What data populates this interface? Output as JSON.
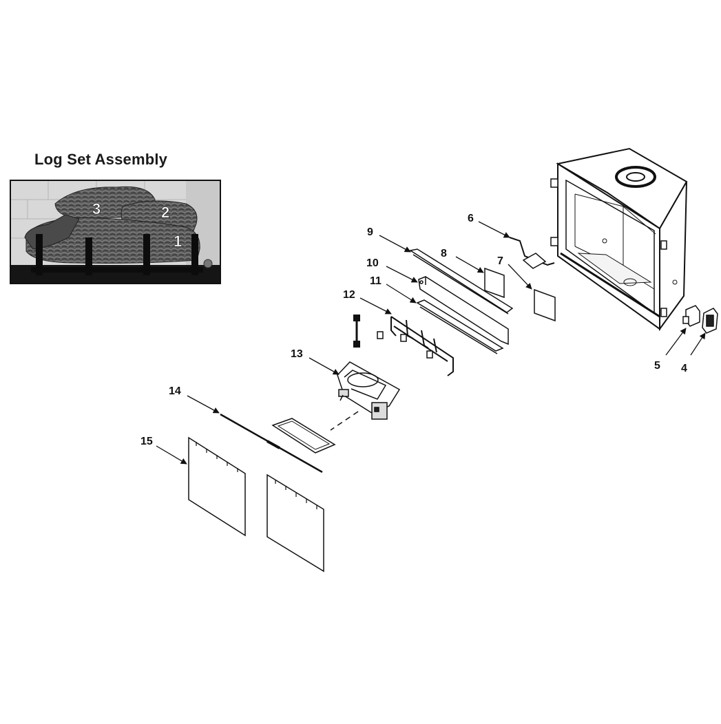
{
  "diagram": {
    "title": "Log Set Assembly",
    "log_labels": [
      "1",
      "2",
      "3"
    ],
    "part_callouts": [
      "4",
      "5",
      "6",
      "7",
      "8",
      "9",
      "10",
      "11",
      "12",
      "13",
      "14",
      "15"
    ]
  }
}
